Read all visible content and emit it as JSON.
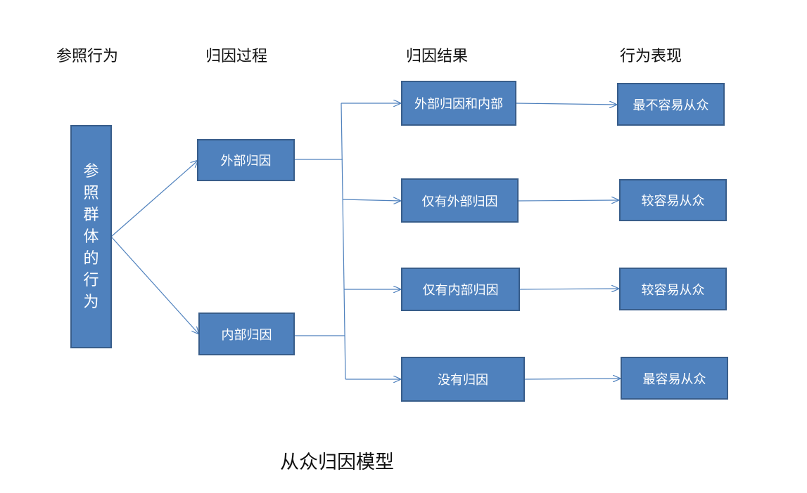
{
  "headers": {
    "col1": "参照行为",
    "col2": "归因过程",
    "col3": "归因结果",
    "col4": "行为表现"
  },
  "reference_box": {
    "chars": [
      "参",
      "照",
      "群",
      "体",
      "的",
      "行",
      "为"
    ]
  },
  "process": {
    "external": "外部归因",
    "internal": "内部归因"
  },
  "results": {
    "both": "外部归因和内部",
    "external_only": "仅有外部归因",
    "internal_only": "仅有内部归因",
    "none": "没有归因"
  },
  "behaviors": {
    "least_conform": "最不容易从众",
    "more_conform_1": "较容易从众",
    "more_conform_2": "较容易从众",
    "most_conform": "最容易从众"
  },
  "caption": "从众归因模型",
  "colors": {
    "box_fill": "#4f81bd",
    "box_border": "#385d8a",
    "line": "#4f81bd"
  }
}
